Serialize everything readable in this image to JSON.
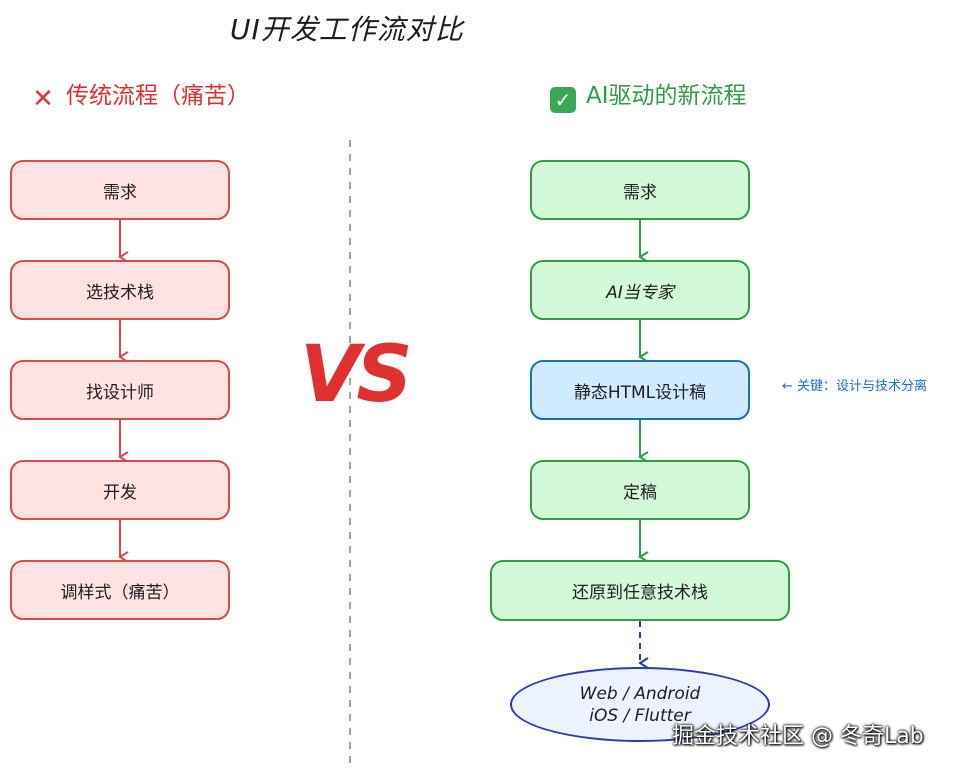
{
  "title": "UI开发工作流对比",
  "traditional": {
    "icon": "cross-mark-icon",
    "heading": "传统流程（痛苦）",
    "steps": [
      "需求",
      "选技术栈",
      "找设计师",
      "开发",
      "调样式（痛苦）"
    ],
    "color": "#e03131"
  },
  "ai": {
    "icon": "check-mark-icon",
    "heading": "AI驱动的新流程",
    "steps": [
      "需求",
      "AI当专家",
      "静态HTML设计稿",
      "定稿",
      "还原到任意技术栈"
    ],
    "targets": {
      "line1": "Web / Android",
      "line2": "iOS / Flutter"
    },
    "color": "#2f9e44"
  },
  "vs_label": "VS",
  "note": "← 关键：设计与技术分离",
  "watermark": "掘金技术社区 @ 冬奇Lab"
}
